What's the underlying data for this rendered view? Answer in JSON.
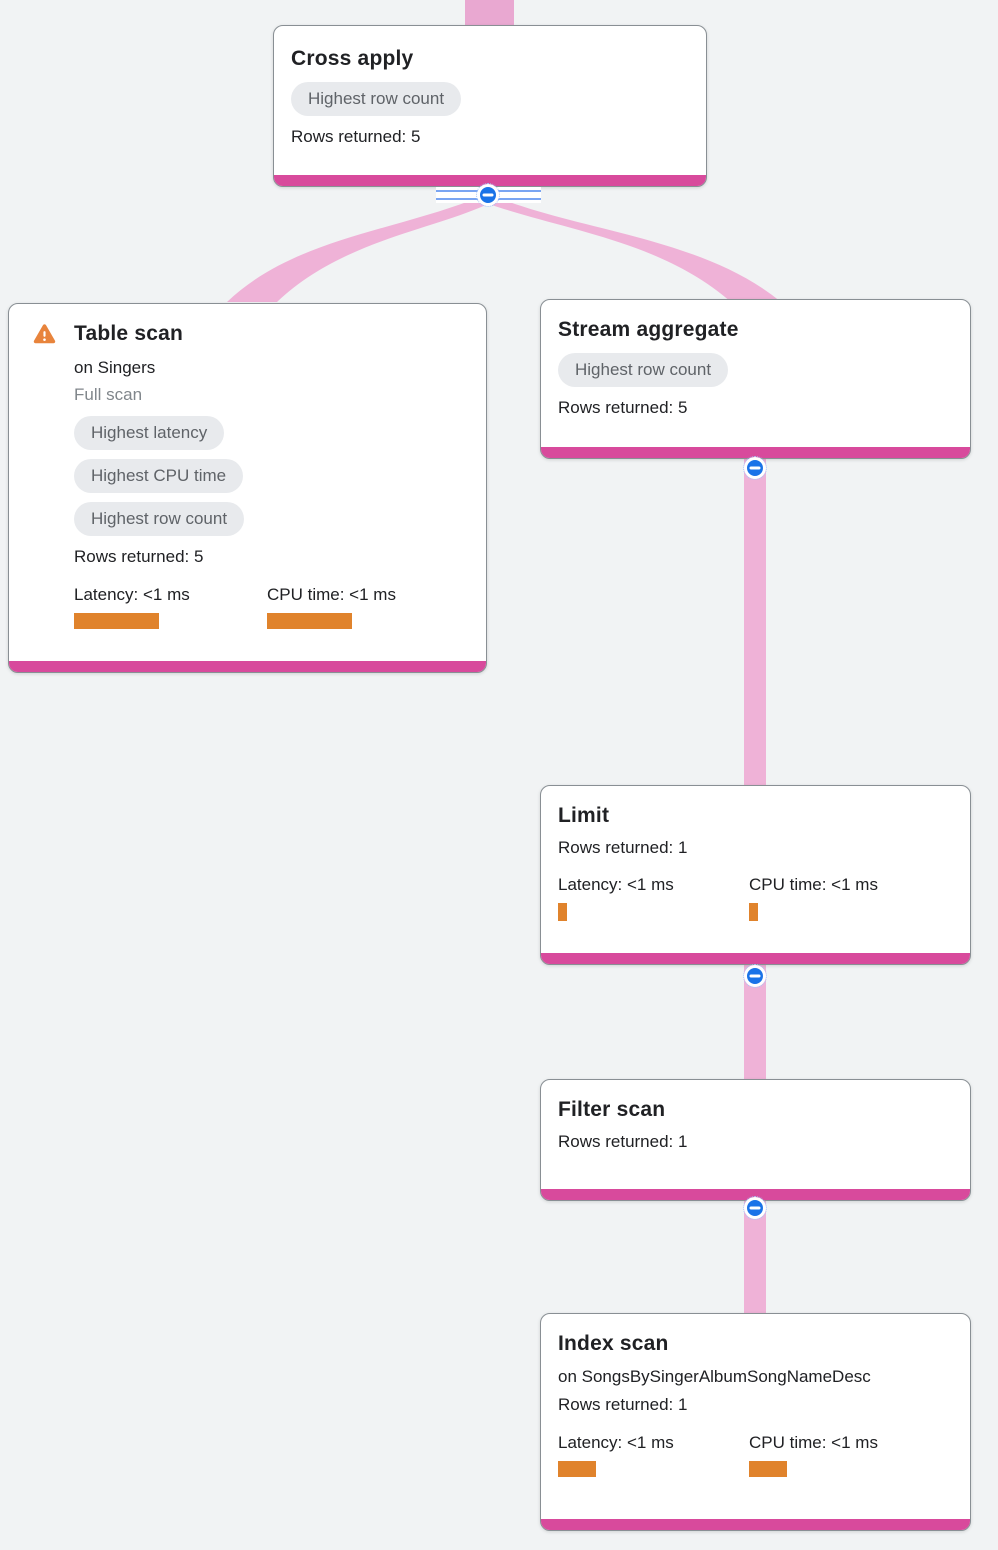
{
  "view": "query-execution-plan-graph",
  "colors": {
    "background": "#f1f3f4",
    "card_border": "#898f94",
    "node_accent_bar": "#d84a9c",
    "edge_pink": "#efb2d7",
    "edge_pink_top": "#e9a8d1",
    "collapse_button_blue": "#1a73e8",
    "rail_stripe_blue": "#7aa5f2",
    "metric_bar_orange": "#e0832c",
    "warning_orange": "#e8843c",
    "badge_bg": "#e8eaed",
    "badge_text": "#5f6368",
    "text": "#202124",
    "muted_text": "#80868b"
  },
  "icons": {
    "collapse": "minus-in-circle",
    "warning": "exclamation-triangle"
  },
  "nodes": [
    {
      "id": "cross-apply",
      "title": "Cross apply",
      "badges": [
        "Highest row count"
      ],
      "rows": "Rows returned: 5"
    },
    {
      "id": "table-scan",
      "title": "Table scan",
      "subtitle": "on Singers",
      "note": "Full scan",
      "has_warning": true,
      "badges": [
        "Highest latency",
        "Highest CPU time",
        "Highest row count"
      ],
      "rows": "Rows returned: 5",
      "metrics": {
        "latency_label": "Latency: <1 ms",
        "cpu_label": "CPU time: <1 ms",
        "latency_bar_style": "width:85px;height:16px",
        "cpu_bar_style": "width:85px;height:16px"
      }
    },
    {
      "id": "stream-aggregate",
      "title": "Stream aggregate",
      "badges": [
        "Highest row count"
      ],
      "rows": "Rows returned: 5"
    },
    {
      "id": "limit",
      "title": "Limit",
      "rows": "Rows returned: 1",
      "metrics": {
        "latency_label": "Latency: <1 ms",
        "cpu_label": "CPU time: <1 ms",
        "latency_bar_style": "width:9px;height:18px",
        "cpu_bar_style": "width:9px;height:18px"
      }
    },
    {
      "id": "filter-scan",
      "title": "Filter scan",
      "rows": "Rows returned: 1"
    },
    {
      "id": "index-scan",
      "title": "Index scan",
      "subtitle": "on SongsBySingerAlbumSongNameDesc",
      "rows": "Rows returned: 1",
      "metrics": {
        "latency_label": "Latency: <1 ms",
        "cpu_label": "CPU time: <1 ms",
        "latency_bar_style": "width:38px;height:16px",
        "cpu_bar_style": "width:38px;height:16px"
      }
    }
  ]
}
